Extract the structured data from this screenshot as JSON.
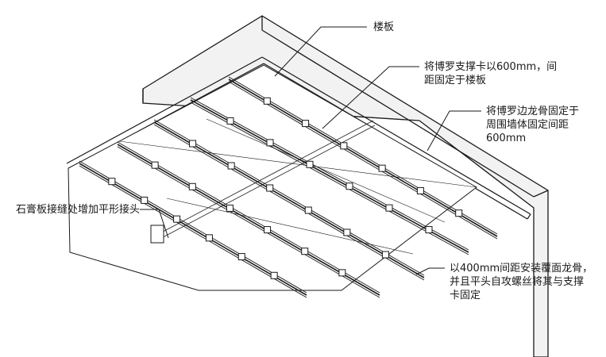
{
  "labels": {
    "floor_slab": "楼板",
    "hanger_clip": {
      "line1": "将博罗支撑卡以600mm，间",
      "line2": "距固定于楼板"
    },
    "edge_keel": {
      "line1": "将博罗边龙骨固定于",
      "line2": "周围墙体固定间距",
      "line3": "600mm"
    },
    "board_joint": "石膏板接缝处增加平形接头",
    "cover_keel": {
      "line1": "以400mm间距安装覆面龙骨，",
      "line2": "并且平头自攻螺丝将其与支撑",
      "line3": "卡固定"
    }
  },
  "colors": {
    "line": "#1a1a1a",
    "slab_shade": "#f2f2f2",
    "board": "#ffffff"
  }
}
